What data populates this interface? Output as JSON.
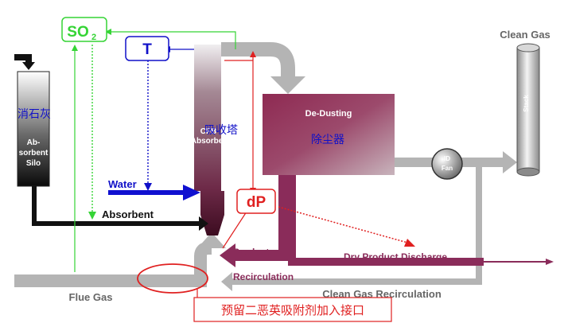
{
  "labels": {
    "so2": "SO",
    "so2_sub": "2",
    "temperature": "T",
    "limestone": "消石灰",
    "silo_line1": "Ab-",
    "silo_line2": "sorbent",
    "silo_line3": "Silo",
    "absorber_cn": "吸收塔",
    "absorber_line1": "CFB",
    "absorber_line2": "Absorber",
    "dedusting_en": "De-Dusting",
    "dedusting_cn": "除尘器",
    "fan_line1": "ID",
    "fan_line2": "Fan",
    "stack": "Stack",
    "clean_gas": "Clean Gas",
    "water": "Water",
    "absorbent": "Absorbent",
    "dp": "dP",
    "product_line1": "Product",
    "product_line2": "Recirculation",
    "dry_product": "Dry Product Discharge",
    "flue_gas": "Flue Gas",
    "clean_gas_recirculation": "Clean Gas Recirculation",
    "reserved_port": "预留二恶英吸附剂加入接口"
  },
  "colors": {
    "control_green": "#35d435",
    "control_blue": "#1010c8",
    "control_red": "#e02020",
    "product_purple": "#8a2c5a",
    "gas_gray": "#b4b4b4"
  }
}
